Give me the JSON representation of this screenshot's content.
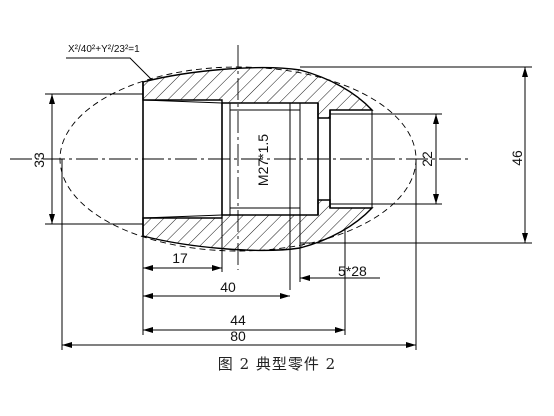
{
  "equation": "X²/40²+Y²/23²=1",
  "dimensions": {
    "d17": "17",
    "d40": "40",
    "d44": "44",
    "d80": "80",
    "d5x28": "5*28",
    "d33": "33",
    "d22": "22",
    "d46": "46",
    "thread": "M27*1.5"
  },
  "caption": "图 2   典型零件 2"
}
